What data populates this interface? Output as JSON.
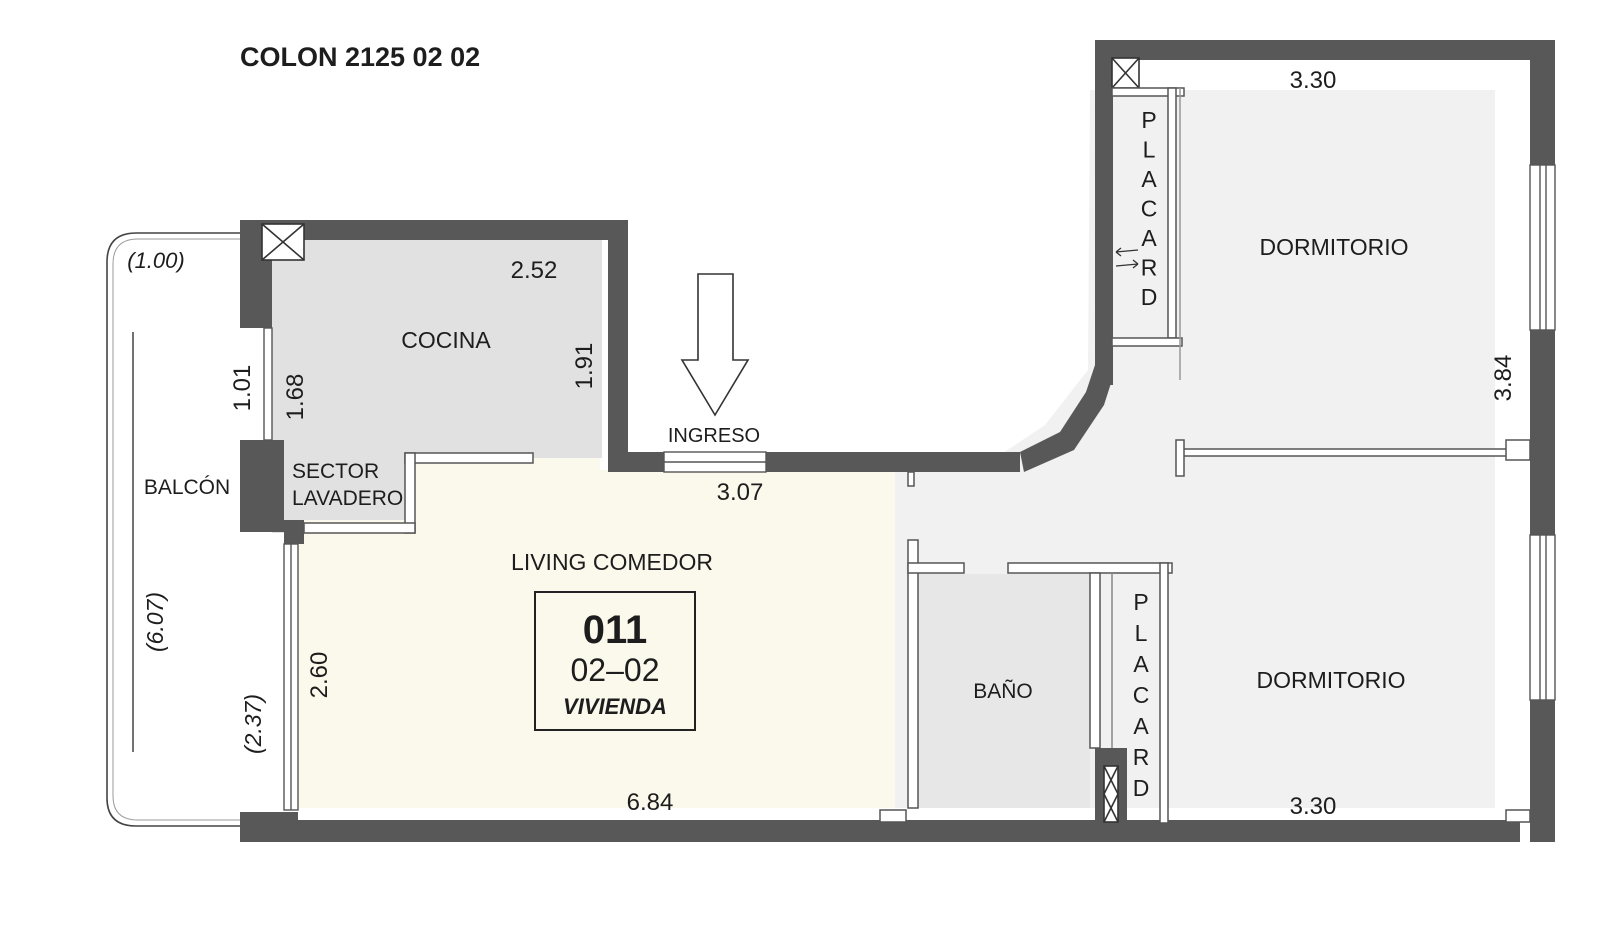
{
  "plan_title": "COLON 2125 02 02",
  "rooms": {
    "cocina": "COCINA",
    "sector_lavadero_line1": "SECTOR",
    "sector_lavadero_line2": "LAVADERO",
    "balcon": "BALCÓN",
    "living_comedor": "LIVING COMEDOR",
    "bano": "BAÑO",
    "dormitorio_top": "DORMITORIO",
    "dormitorio_bottom": "DORMITORIO",
    "placard_top": "PLACARD",
    "placard_bottom": "PLACARD"
  },
  "entrance": {
    "label": "INGRESO"
  },
  "unit_box": {
    "number": "011",
    "code": "02–02",
    "type": "VIVIENDA"
  },
  "dimensions": {
    "balcon_width": "(1.00)",
    "balcon_length": "(6.07)",
    "balcon_lower": "(2.37)",
    "cocina_width": "2.52",
    "cocina_depth": "1.91",
    "cocina_side_outer": "1.01",
    "cocina_side_inner": "1.68",
    "living_top": "3.07",
    "living_bottom": "6.84",
    "living_side": "2.60",
    "dormitorio_top_width": "3.30",
    "dormitorio_bottom_width": "3.30",
    "dormitorio_depth": "3.84"
  },
  "colors": {
    "wall": "#585858",
    "kitchen_fill": "#e1e1e1",
    "living_fill": "#fbf8ec",
    "bath_fill": "#e7e7e7",
    "floor_fill": "#f2f2f2",
    "outline": "#2a2a2a"
  }
}
